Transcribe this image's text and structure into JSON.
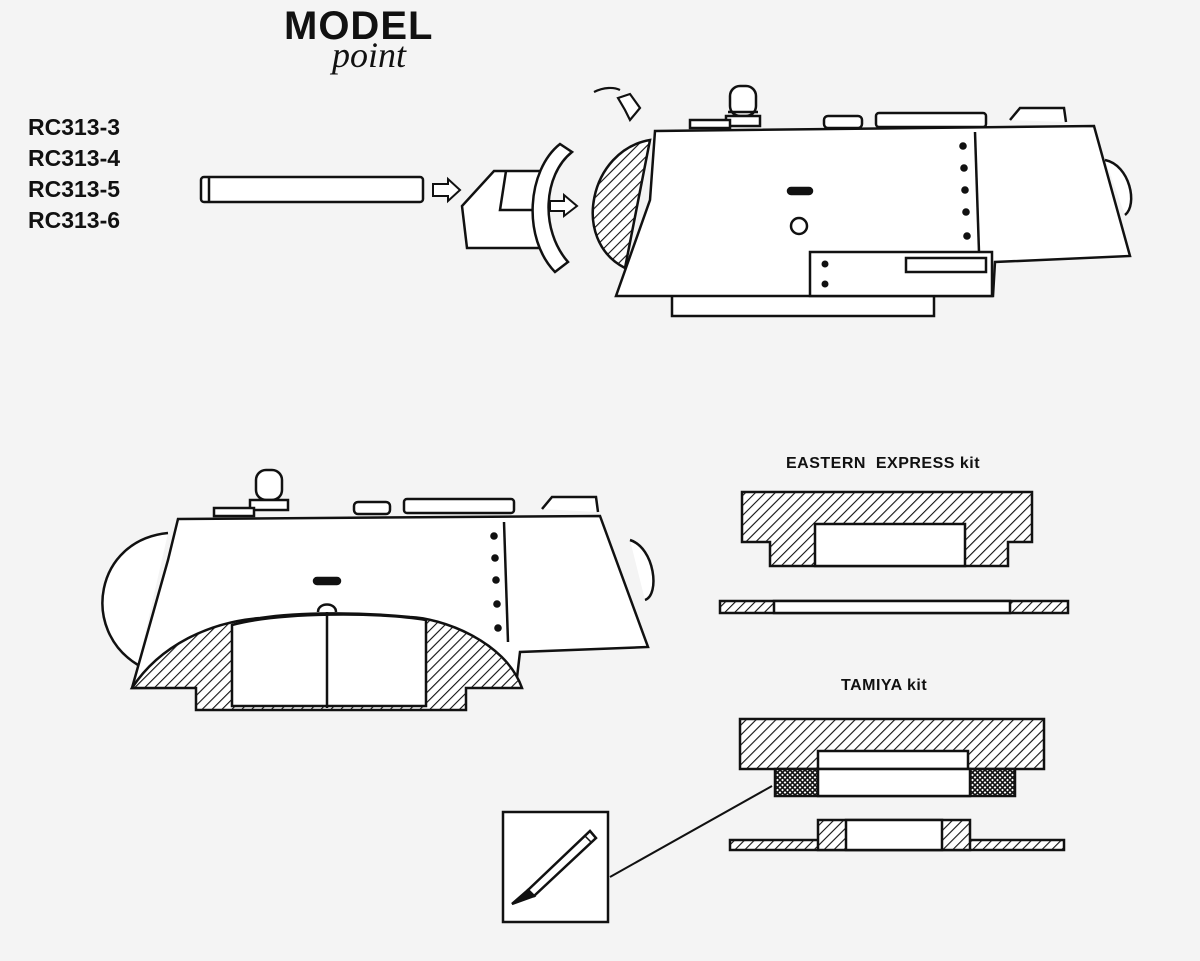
{
  "logo": {
    "line1": "MODEL",
    "line2": "point"
  },
  "part_codes": [
    "RC313-3",
    "RC313-4",
    "RC313-5",
    "RC313-6"
  ],
  "labels": {
    "eastern_express": "EASTERN  EXPRESS kit",
    "tamiya": "TAMIYA kit"
  },
  "colors": {
    "ink": "#111111",
    "paper": "#f4f4f4"
  },
  "icons": [
    "arrow-right-icon",
    "rotate-arrow-icon",
    "hobby-knife-icon"
  ]
}
